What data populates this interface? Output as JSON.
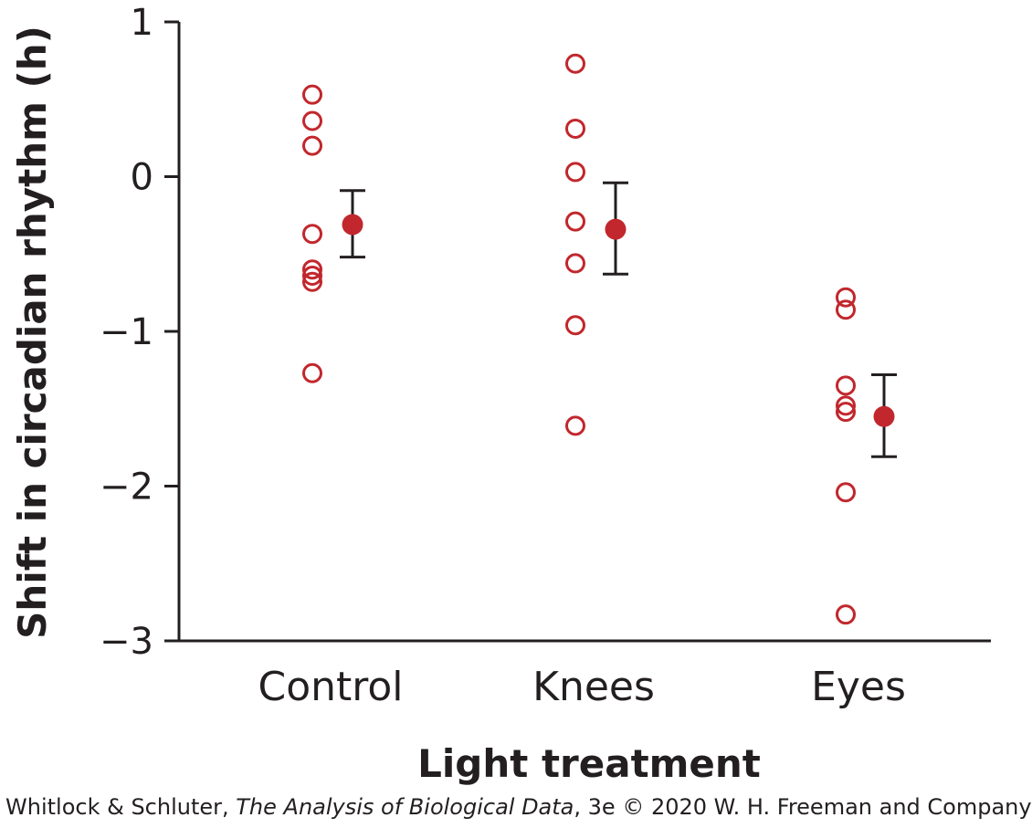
{
  "chart_data": {
    "type": "scatter",
    "xlabel": "Light treatment",
    "ylabel": "Shift in circadian rhythm (h)",
    "ylim": [
      -3,
      1
    ],
    "yticks": [
      1,
      0,
      -1,
      -2,
      -3
    ],
    "ytick_labels": [
      "1",
      "0",
      "−1",
      "−2",
      "−3"
    ],
    "categories": [
      "Control",
      "Knees",
      "Eyes"
    ],
    "points": [
      [
        0.53,
        0.36,
        0.2,
        -0.37,
        -0.6,
        -0.64,
        -0.68,
        -1.27
      ],
      [
        0.73,
        0.31,
        0.03,
        -0.29,
        -0.56,
        -0.96,
        -1.61
      ],
      [
        -0.78,
        -0.86,
        -1.35,
        -1.48,
        -1.52,
        -2.04,
        -2.83
      ]
    ],
    "means": [
      -0.31,
      -0.34,
      -1.55
    ],
    "error_low": [
      -0.52,
      -0.63,
      -1.81
    ],
    "error_high": [
      -0.09,
      -0.04,
      -1.28
    ],
    "point_color": "#c1272d",
    "error_bar_color": "#231f20",
    "grid": false,
    "legend": "none"
  },
  "credit": {
    "prefix": "Whitlock & Schluter, ",
    "book_title": "The Analysis of Biological Data",
    "suffix": ", 3e © 2020 W. H. Freeman and Company"
  }
}
